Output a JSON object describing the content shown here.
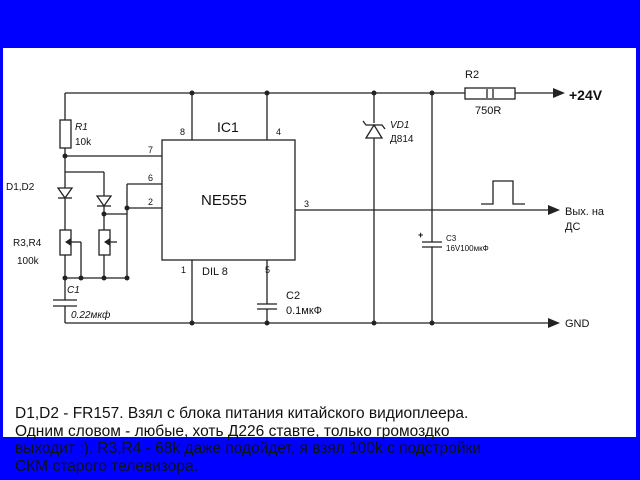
{
  "labels": {
    "ic_name": "IC1",
    "ic_type": "NE555",
    "ic_package": "DIL 8",
    "pins": {
      "p1": "1",
      "p2": "2",
      "p3": "3",
      "p4": "4",
      "p5": "5",
      "p6": "6",
      "p7": "7",
      "p8": "8"
    },
    "r1_name": "R1",
    "r1_value": "10k",
    "d1d2": "D1,D2",
    "r3r4": "R3,R4",
    "r3r4_value": "100k",
    "c1_name": "C1",
    "c1_value": "0.22мкф",
    "c2_name": "C2",
    "c2_value": "0.1мкФ",
    "c3_name": "C3",
    "c3_value": "16V100мкФ",
    "vd1_name": "VD1",
    "vd1_value": "Д814",
    "r2_name": "R2",
    "r2_value": "750R",
    "supply": "+24V",
    "output_line1": "Вых. на",
    "output_line2": "ДС",
    "gnd": "GND",
    "plus_sign": "+"
  },
  "caption": "D1,D2 - FR157. Взял с блока питания китайского видиоплеера.\nОдним словом - любые, хоть Д226 ставте, только громоздко\nвыходит :). R3,R4 - 68k даже подойдет, я взял 100k с подстройки\nСКМ старого телевизора."
}
